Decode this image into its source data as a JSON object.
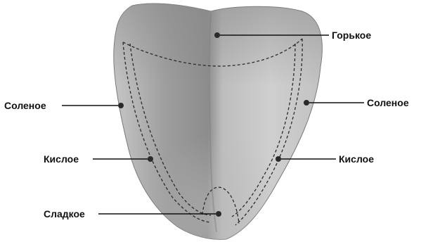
{
  "labels": {
    "bitter": "Горькое",
    "salty_left": "Соленое",
    "salty_right": "Соленое",
    "sour_left": "Кислое",
    "sour_right": "Кислое",
    "sweet": "Сладкое"
  }
}
